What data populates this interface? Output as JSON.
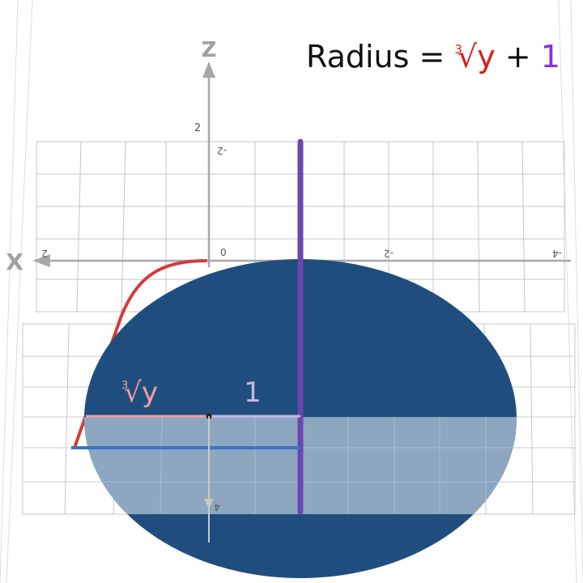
{
  "title": {
    "prefix": "Radius = ",
    "root_index": "3",
    "root_sign": "√",
    "variable": "y",
    "operator": " + ",
    "constant": "1"
  },
  "axes": {
    "z_label": "Z",
    "x_label": "X",
    "origin": "0",
    "tick_z2": "2",
    "tick_z_neg2": "-2",
    "tick_x2": "2",
    "tick_x_neg2": "-2",
    "tick_x_neg4": "-4",
    "tick_y4": "4"
  },
  "annotations": {
    "root_label_index": "3",
    "root_label_sign": "√",
    "root_label_var": "y",
    "one_label": "1"
  },
  "colors": {
    "disk_dark": "#1f4e7e",
    "disk_light": "#8da7c0",
    "curve_red": "#d43b3b",
    "pink_segment": "#f0a0a0",
    "lavender_segment": "#c8b6e8",
    "purple_axis": "#6a46b3",
    "blue_line": "#3a76c4",
    "grid": "#b8b8b8",
    "axis_gray": "#999999"
  }
}
